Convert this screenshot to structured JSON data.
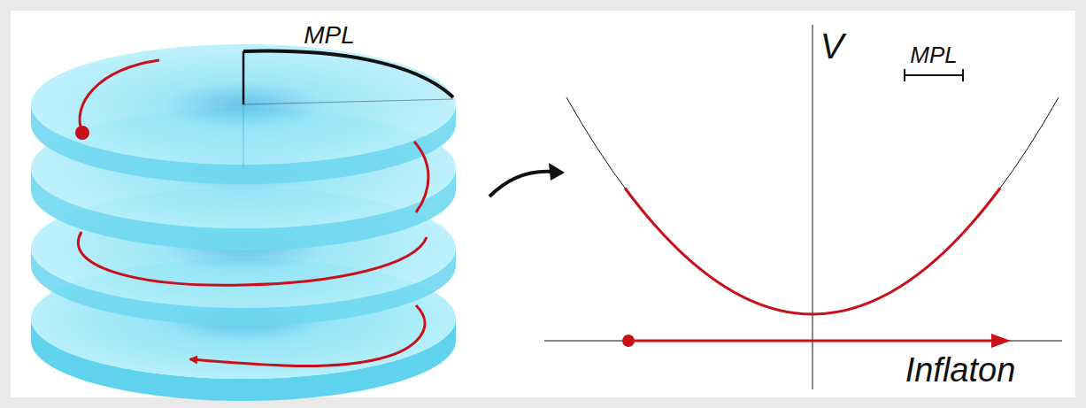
{
  "diagram": {
    "labels": [
      "MPL",
      "V",
      "MPL",
      "Inflaton"
    ]
  }
}
